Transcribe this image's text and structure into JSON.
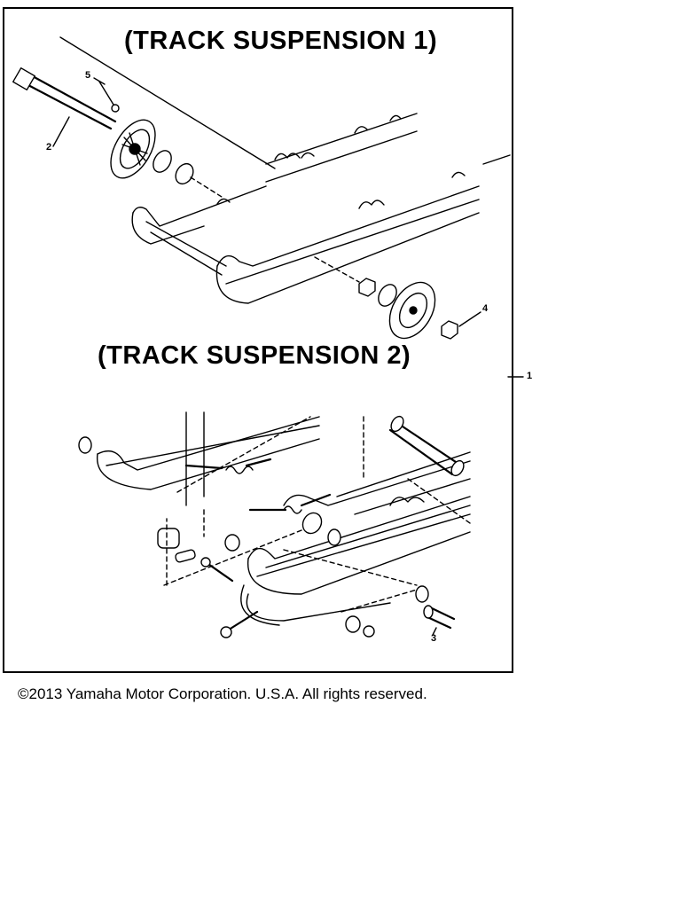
{
  "diagram": {
    "section_1_title": "(TRACK SUSPENSION 1)",
    "section_2_title": "(TRACK SUSPENSION 2)",
    "callouts": [
      "1",
      "2",
      "3",
      "4",
      "5"
    ]
  },
  "footer": {
    "copyright": "©2013 Yamaha Motor Corporation. U.S.A. All rights reserved."
  }
}
